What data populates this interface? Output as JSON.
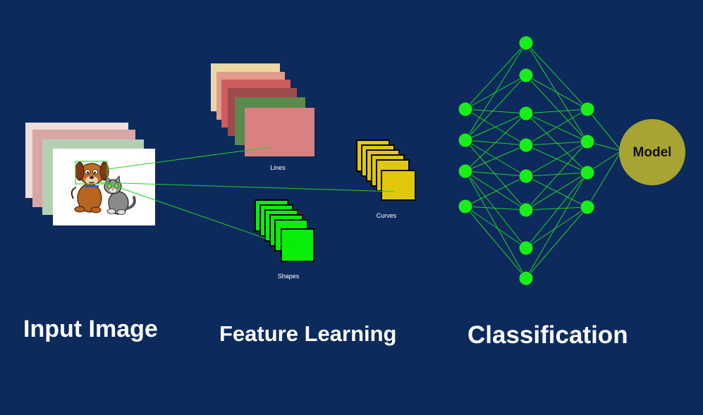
{
  "sections": {
    "input_label": "Input Image",
    "feature_label": "Feature Learning",
    "classification_label": "Classification"
  },
  "feature_maps": {
    "lines_label": "Lines",
    "curves_label": "Curves",
    "shapes_label": "Shapes"
  },
  "output": {
    "label": "Model"
  },
  "colors": {
    "background": "#0c2a5c",
    "node": "#19ee19",
    "connection": "#22d02a",
    "output_node": "#a8a432",
    "curves": "#dfc80c",
    "shapes": "#08ee08",
    "lines_front": "#d98080"
  },
  "input_image": {
    "depicts": "cartoon dog and cat illustration"
  },
  "network": {
    "layer_sizes": [
      4,
      8,
      4,
      1
    ]
  }
}
